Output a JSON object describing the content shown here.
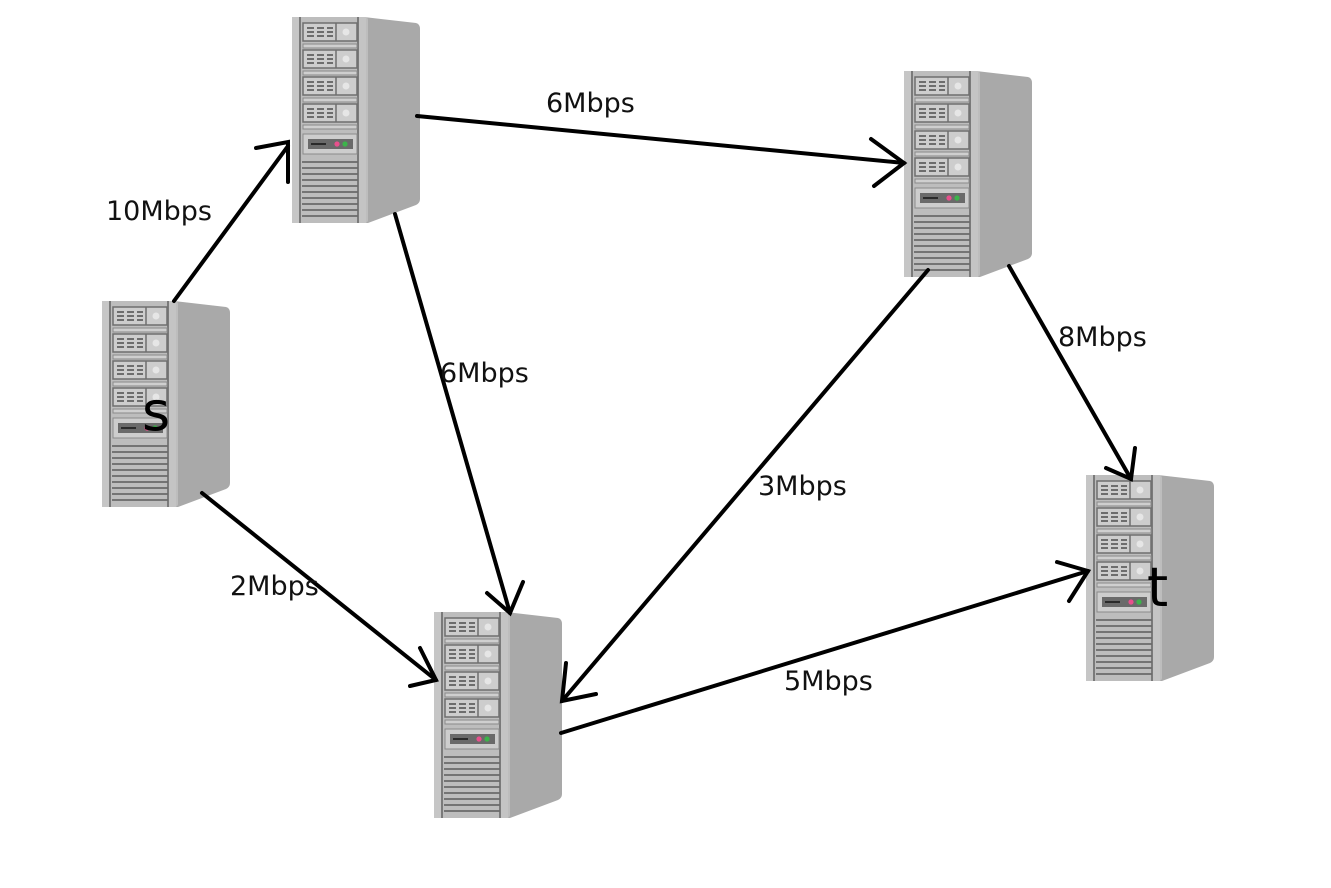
{
  "diagram": {
    "type": "flow-network",
    "node_icon": "server-tower-icon",
    "colors": {
      "server_front": "#bdbdbd",
      "server_side": "#a9a9a9",
      "server_panel": "#cfcfcf",
      "server_line": "#6e6e6e",
      "led_pink": "#e8508c",
      "led_green": "#3cb44a",
      "edge": "#000000",
      "background": "#ffffff"
    },
    "nodes": [
      {
        "id": "n1",
        "label": ""
      },
      {
        "id": "n2",
        "label": ""
      },
      {
        "id": "s",
        "label": "s"
      },
      {
        "id": "n3",
        "label": ""
      },
      {
        "id": "t",
        "label": "t"
      }
    ],
    "edges": [
      {
        "from": "s",
        "to": "n1",
        "label": "10Mbps",
        "capacity_mbps": 10
      },
      {
        "from": "n1",
        "to": "n2",
        "label": "6Mbps",
        "capacity_mbps": 6
      },
      {
        "from": "n1",
        "to": "n3",
        "label": "6Mbps",
        "capacity_mbps": 6
      },
      {
        "from": "s",
        "to": "n3",
        "label": "2Mbps",
        "capacity_mbps": 2
      },
      {
        "from": "n2",
        "to": "n3",
        "label": "3Mbps",
        "capacity_mbps": 3
      },
      {
        "from": "n2",
        "to": "t",
        "label": "8Mbps",
        "capacity_mbps": 8
      },
      {
        "from": "n3",
        "to": "t",
        "label": "5Mbps",
        "capacity_mbps": 5
      }
    ]
  }
}
